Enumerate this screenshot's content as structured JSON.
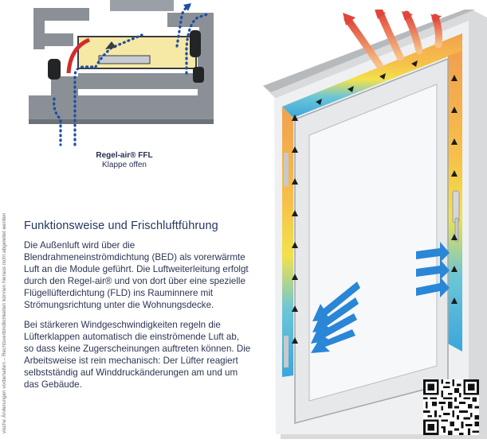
{
  "caption": {
    "title": "Regel-air® FFL",
    "subtitle": "Klappe offen"
  },
  "side_note": "vische Änderungen vorbehalten – Rechtsverbindlichkeiten können hieraus nicht abgeleitet werden",
  "section": {
    "title": "Funktionsweise und Frischluftführung",
    "paragraphs": [
      "Die Außenluft wird über die Blendrahmeneinströmdichtung (BED) als vorerwärmte Luft an die Module geführt. Die Luftweiterleitung erfolgt durch den Regel-air® und von dort über eine spezielle Flügellüfterdichtung (FLD) ins Rauminnere mit Strömungsrichtung unter die Wohnungsdecke.",
      "Bei stärkeren Windgeschwindigkeiten regeln die Lüfterklappen automatisch die einströmende Luft ab, so dass keine Zugerscheinungen auftreten können. Die Arbeitsweise ist rein mechanisch: Der Lüfter reagiert selbstständig auf Winddruckänderungen am und um das Gebäude."
    ]
  },
  "colors": {
    "profile_gray": "#8a9096",
    "profile_dark": "#3a3c40",
    "seal_dark": "#222426",
    "air_dot_blue": "#1f4ea3",
    "module_yellow": "#f6e9a6",
    "flap_red": "#d22b2b",
    "frame_orange": "#f2a04e",
    "frame_blue": "#3aa6dc",
    "arrow_blue": "#2a86d6",
    "heading": "#25375f"
  },
  "icons": {
    "profile": "window-profile-cross-section",
    "window": "window-airflow-illustration",
    "qr": "qr-code"
  }
}
